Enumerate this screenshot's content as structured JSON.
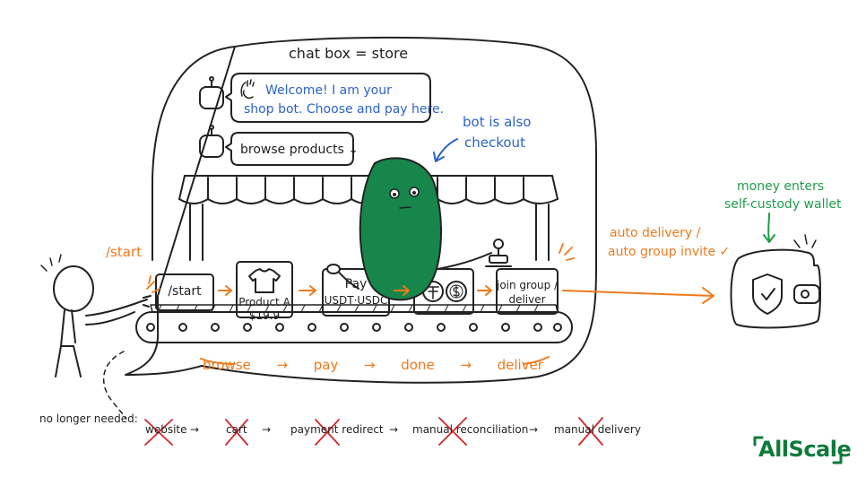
{
  "title": "chat box = store",
  "chat": {
    "greeting_line1": "Welcome! I am your",
    "greeting_line2": "shop bot. Choose and pay here.",
    "browse": "browse products ↓"
  },
  "bot_label_line1": "bot is also",
  "bot_label_line2": "checkout",
  "start_label": "/start",
  "belt": {
    "start_box": "/start",
    "product_line1": "Product A",
    "product_line2": "$19.9",
    "pay_line1": "Pay",
    "pay_line2": "USDT·USDC",
    "join_line1": "join group /",
    "join_line2": "deliver"
  },
  "flow": [
    "browse",
    "→",
    "pay",
    "→",
    "done",
    "→",
    "deliver"
  ],
  "auto_line1": "auto delivery /",
  "auto_line2": "auto group invite ✓",
  "money_line1": "money enters",
  "money_line2": "self-custody wallet",
  "removed": {
    "label": "no longer needed:",
    "items": [
      "website",
      "cart",
      "payment redirect",
      "manual reconciliation",
      "manual delivery"
    ]
  },
  "brand": "AllScale",
  "colors": {
    "orange": "#ee7a1c",
    "blue": "#2b63c9",
    "green": "#1f9c4a",
    "bot": "#17864a",
    "brand": "#0f7a3a"
  }
}
